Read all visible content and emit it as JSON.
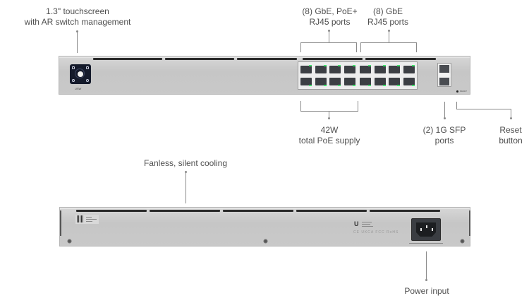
{
  "callouts": {
    "touchscreen": {
      "line1": "1.3\" touchscreen",
      "line2": "with AR switch management"
    },
    "poe_ports": {
      "line1": "(8) GbE, PoE+",
      "line2": "RJ45 ports"
    },
    "gbe_ports": {
      "line1": "(8) GbE",
      "line2": "RJ45 ports"
    },
    "poe_supply": {
      "line1": "42W",
      "line2": "total PoE supply"
    },
    "sfp_ports": {
      "line1": "(2) 1G SFP",
      "line2": "ports"
    },
    "reset": {
      "line1": "Reset",
      "line2": "button"
    },
    "cooling": {
      "line1": "Fanless, silent cooling"
    },
    "power": {
      "line1": "Power input"
    }
  },
  "device": {
    "model_label": "USW",
    "reset_label": "RESET",
    "led_color": "#3fe06a",
    "screen_color": "#141a2b",
    "logo": "U",
    "cert_marks": "CE UKCA FCC RoHS"
  }
}
